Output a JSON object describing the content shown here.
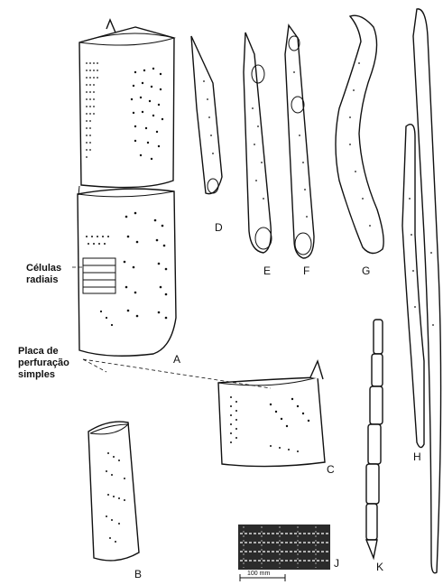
{
  "figure": {
    "panel_labels": {
      "A": "A",
      "B": "B",
      "C": "C",
      "D": "D",
      "E": "E",
      "F": "F",
      "G": "G",
      "H": "H",
      "J": "J",
      "K": "K"
    },
    "annotations": {
      "celulas_line1": "Células",
      "celulas_line2": "radiais",
      "placa_line1": "Placa de",
      "placa_line2": "perfuração",
      "placa_line3": "simples"
    },
    "scale_bar": "100 mm"
  }
}
